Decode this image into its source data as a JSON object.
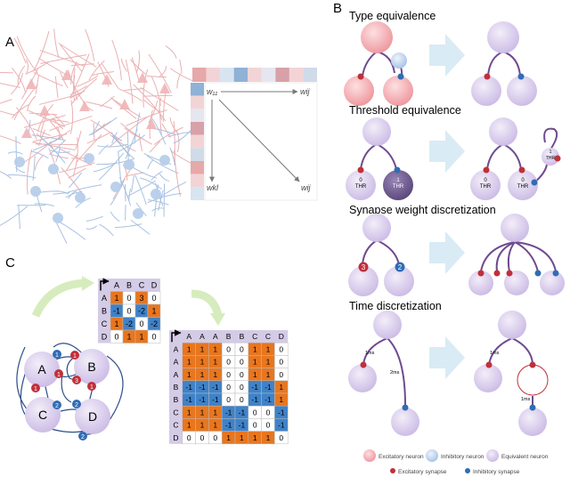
{
  "panels": {
    "A": {
      "label": "A",
      "matrix_labels": {
        "w11": "w₁₁",
        "wij_top": "wij",
        "wkl": "wkl",
        "wij_diag": "wij"
      },
      "strip_colors": [
        "#e6a8aa",
        "#f3d4d6",
        "#d8e4f0",
        "#8fb2d6",
        "#f3d4d6",
        "#e6e6f0",
        "#d8a0a8",
        "#f3d4d6",
        "#cfdbe8"
      ]
    },
    "B": {
      "label": "B",
      "sections": [
        {
          "title": "Type equivalence"
        },
        {
          "title": "Threshold equivalence",
          "node_labels": [
            "0\nTHR",
            "1\nTHR",
            "0\nTHR",
            "0\nTHR",
            "1\nTHR"
          ]
        },
        {
          "title": "Synapse weight discretization",
          "weights": [
            "3",
            "2"
          ]
        },
        {
          "title": "Time discretization",
          "delays": [
            "1ms",
            "2ms",
            "1ms",
            "1ms"
          ]
        }
      ],
      "legend": {
        "excitatory_neuron": "Excitatory neuron",
        "inhibitory_neuron": "Inhibitory neuron",
        "equivalent_neuron": "Equivalent neuron",
        "excitatory_synapse": "Excitatory synapse",
        "inhibitory_synapse": "Inhibitory synapse"
      },
      "colors": {
        "excitatory": "#f2a3a8",
        "inhibitory": "#bcd3ee",
        "equivalent": "#d9ccec",
        "exc_syn": "#c0303a",
        "inh_syn": "#2f6db5",
        "edge": "#6e4a8f"
      }
    },
    "C": {
      "label": "C",
      "graph_nodes": [
        "A",
        "B",
        "C",
        "D"
      ],
      "edge_weights": [
        "1",
        "1",
        "1",
        "3",
        "1",
        "1",
        "2",
        "2",
        "2"
      ],
      "small_matrix": {
        "headers": [
          "A",
          "B",
          "C",
          "D"
        ],
        "rows": [
          {
            "name": "A",
            "cells": [
              "1",
              "0",
              "3",
              "0"
            ]
          },
          {
            "name": "B",
            "cells": [
              "-1",
              "0",
              "-2",
              "1"
            ]
          },
          {
            "name": "C",
            "cells": [
              "1",
              "-2",
              "0",
              "-2"
            ]
          },
          {
            "name": "D",
            "cells": [
              "0",
              "1",
              "1",
              "0"
            ]
          }
        ]
      },
      "big_matrix": {
        "headers": [
          "A",
          "A",
          "A",
          "B",
          "B",
          "C",
          "C",
          "D"
        ],
        "rows": [
          {
            "name": "A",
            "cells": [
              "1",
              "1",
              "1",
              "0",
              "0",
              "1",
              "1",
              "0"
            ]
          },
          {
            "name": "A",
            "cells": [
              "1",
              "1",
              "1",
              "0",
              "0",
              "1",
              "1",
              "0"
            ]
          },
          {
            "name": "A",
            "cells": [
              "1",
              "1",
              "1",
              "0",
              "0",
              "1",
              "1",
              "0"
            ]
          },
          {
            "name": "B",
            "cells": [
              "-1",
              "-1",
              "-1",
              "0",
              "0",
              "-1",
              "-1",
              "1"
            ]
          },
          {
            "name": "B",
            "cells": [
              "-1",
              "-1",
              "-1",
              "0",
              "0",
              "-1",
              "-1",
              "1"
            ]
          },
          {
            "name": "C",
            "cells": [
              "1",
              "1",
              "1",
              "-1",
              "-1",
              "0",
              "0",
              "-1"
            ]
          },
          {
            "name": "C",
            "cells": [
              "1",
              "1",
              "1",
              "-1",
              "-1",
              "0",
              "0",
              "-1"
            ]
          },
          {
            "name": "D",
            "cells": [
              "0",
              "0",
              "0",
              "1",
              "1",
              "1",
              "1",
              "0"
            ]
          }
        ]
      },
      "colors": {
        "pos": "#e8761e",
        "neg": "#3f82c8",
        "zero": "#ffffff",
        "header": "#d4cbe6"
      }
    }
  }
}
